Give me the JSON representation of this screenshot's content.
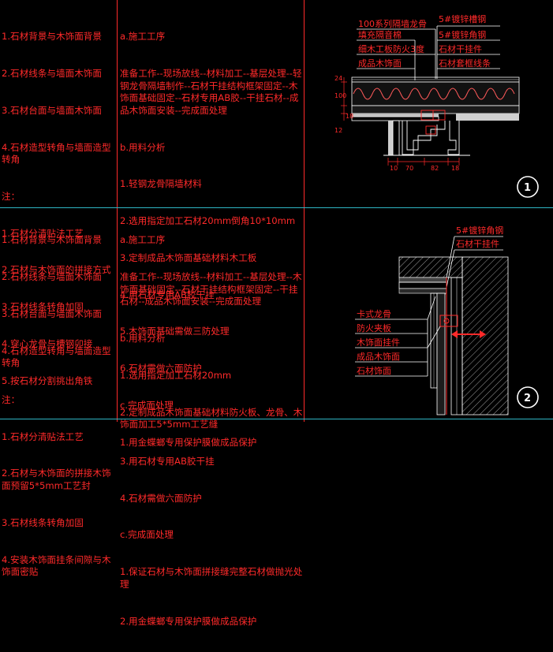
{
  "panels": [
    {
      "materials": [
        "1.石材背景与木饰面背景",
        "2.石材线条与墙面木饰面",
        "3.石材台面与墙面木饰面",
        "4.石材造型转角与墙面造型转角",
        "注：",
        "1.石材分清贴法工艺",
        "2.石材与木饰面的拼接方式",
        "3.石材线条转角加固",
        "4.穿心龙骨与槽钢卯接",
        "5.按石材分割挑出角铁"
      ],
      "process": [
        "a.施工工序",
        "准备工作--现场放线--材料加工--基层处理--轻钢龙骨隔墙制作--石材干挂结构框架固定--木饰面基础固定--石材专用AB胶--干挂石材--成品木饰面安装--完成面处理",
        "b.用料分析",
        "1.轻钢龙骨隔墙材料",
        "2.选用指定加工石材20mm倒角10*10mm",
        "3.定制成品木饰面基础材料木工板",
        "4.用石材专用AB胶干挂",
        "5.木饰面基础需做三防处理",
        "6.石材需做六面防护",
        "c.完成面处理",
        "1.用金蝶螂专用保护膜做成品保护"
      ],
      "labels_left": [
        "100系列隔墙龙骨",
        "填充隔音棉",
        "细木工板防火3度",
        "成品木饰面"
      ],
      "labels_right": [
        "5#镀锌槽钢",
        "5#镀锌角钢",
        "石材干挂件",
        "石材套框线条"
      ],
      "dims_bottom": [
        "10",
        "70",
        "82",
        "18"
      ],
      "dims_side": [
        "100",
        "12",
        "18",
        "24"
      ],
      "badge": "1"
    },
    {
      "materials": [
        "1.石材背景与木饰面背景",
        "2.石材线条与墙面木饰面",
        "3.石材台面与墙面木饰面",
        "4.石材造型转角与墙面造型转角",
        "注：",
        "1.石材分清贴法工艺",
        "2.石材与木饰面的拼接木饰面预留5*5mm工艺封",
        "3.石材线条转角加固",
        "4.安装木饰面挂条间隙与木饰面密贴"
      ],
      "process": [
        "a.施工工序",
        "准备工作--现场放线--材料加工--基层处理--木饰面基础固定--石材干挂结构框架固定--干挂石材--成品木饰面安装--完成面处理",
        "b.用料分析",
        "1.选用指定加工石材20mm",
        "2.定制成品木饰面基础材料防火板、龙骨、木饰面加工5*5mm工艺缝",
        "3.用石材专用AB胶干挂",
        "4.石材需做六面防护",
        "c.完成面处理",
        "1.保证石材与木饰面拼接缝完整石材做抛光处理",
        "2.用金蝶螂专用保护膜做成品保护"
      ],
      "labels_top": [
        "5#镀锌角钢",
        "石材干挂件"
      ],
      "labels_left": [
        "卡式龙骨",
        "防火夹板",
        "木饰面挂件",
        "成品木饰面",
        "石材饰面"
      ],
      "badge": "2"
    }
  ],
  "colors": {
    "text": "#ff2a2a",
    "grid": "#2fb5c4",
    "drawing": "#ffffff",
    "background": "#000000"
  }
}
